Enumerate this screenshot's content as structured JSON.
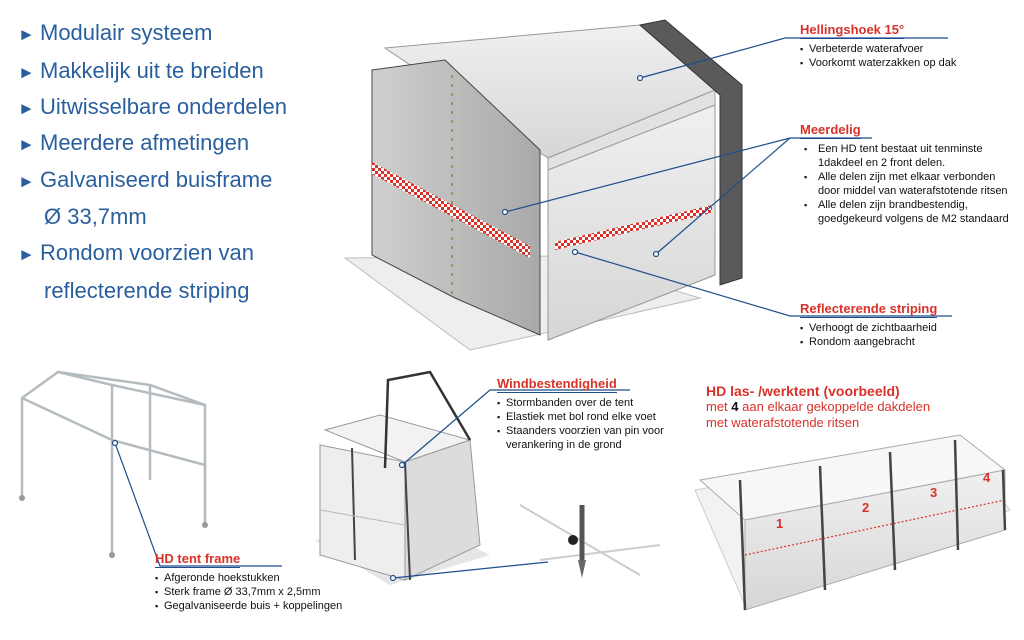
{
  "features": [
    "Modulair systeem",
    "Makkelijk uit te breiden",
    "Uitwisselbare onderdelen",
    "Meerdere afmetingen",
    "Galvaniseerd buisframe",
    "Rondom voorzien van"
  ],
  "feature_continuations": {
    "frame": "Ø 33,7mm",
    "striping": "reflecterende striping"
  },
  "bullet_glyph": "►",
  "callouts": {
    "helling": {
      "title": "Hellingshoek 15°",
      "items": [
        "Verbeterde waterafvoer",
        "Voorkomt waterzakken op dak"
      ]
    },
    "meerdelig": {
      "title": "Meerdelig",
      "items": [
        "Een HD tent bestaat uit tenminste 1dakdeel en 2 front delen.",
        "Alle delen zijn met elkaar verbonden door middel van waterafstotende ritsen",
        "Alle delen zijn brandbestendig, goedgekeurd volgens de M2 standaard"
      ]
    },
    "striping": {
      "title": "Reflecterende striping",
      "items": [
        "Verhoogt de zichtbaarheid",
        "Rondom aangebracht"
      ]
    },
    "wind": {
      "title": "Windbestendigheid",
      "items": [
        "Stormbanden over de tent",
        "Elastiek met bol rond elke voet",
        "Staanders voorzien van pin voor verankering in de grond"
      ]
    },
    "frame": {
      "title": "HD tent frame",
      "items": [
        "Afgeronde hoekstukken",
        "Sterk frame Ø 33,7mm x 2,5mm",
        "Gegalvaniseerde buis + koppelingen"
      ]
    }
  },
  "werktent": {
    "title": "HD las- /werktent (voorbeeld)",
    "line1_pre": "met",
    "line1_num": "4",
    "line1_post": "aan elkaar gekoppelde dakdelen",
    "line2": "met waterafstotende ritsen",
    "labels": [
      "1",
      "2",
      "3",
      "4"
    ]
  },
  "colors": {
    "feature_text": "#2a5f9e",
    "callout_title": "#d8322a",
    "leader_line": "#1f4e8c"
  }
}
